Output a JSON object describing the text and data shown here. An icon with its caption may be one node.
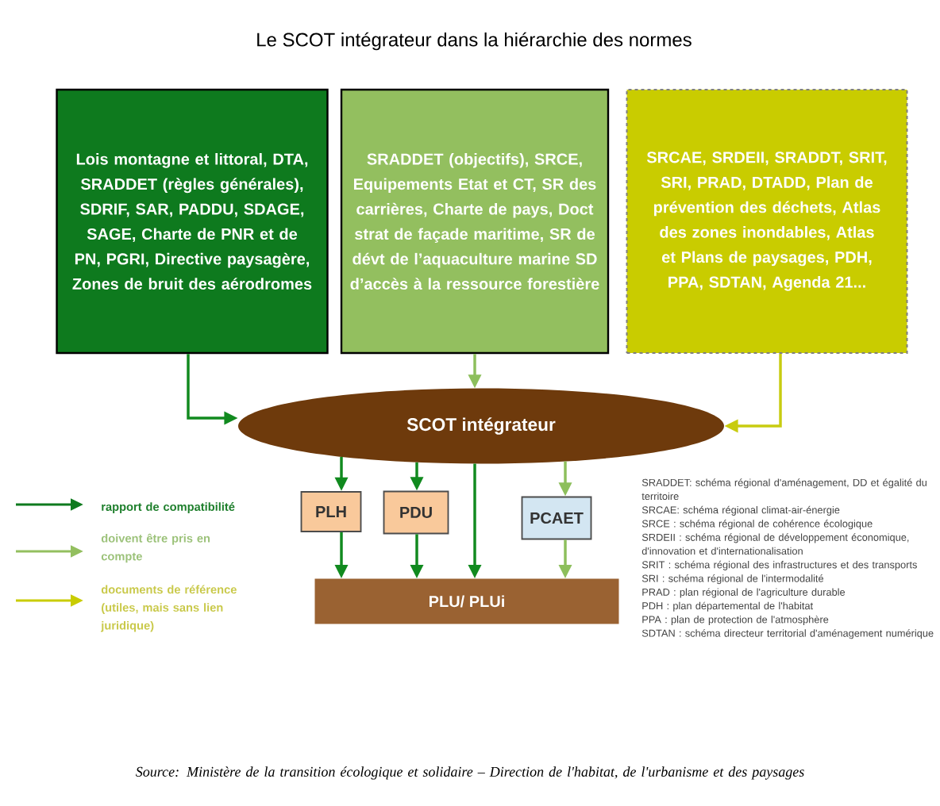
{
  "diagram": {
    "title": "Le SCOT intégrateur dans la hiérarchie des normes",
    "caption": "Source: Ministère de la transition écologique et solidaire – Direction de l'habitat, de l'urbanisme et des paysages",
    "nodes": [
      {
        "text": [
          "Lois montagne et littoral, DTA, SRADDET (règles générales), SDRIF, SAR, PADDU, SDAGE, SAGE, Charte de PNR et de PN, PGRI, Directive paysagère, Zones de bruit des aérodromes"
        ]
      },
      {
        "text": [
          "SRADDET (objectifs), SRCE, Equipements Etat et CT, SR des carrières, Charte de pays, Doct strat de façade maritime, SR de dévt de l’aquaculture marine SD d’accès à la ressource forestière"
        ]
      },
      {
        "text": [
          "SRCAE, SRDEII, SRADDT, SRIT, SRI, PRAD, DTADD, Plan de prévention des déchets, Atlas des zones inondables, Atlas et Plans de paysages, PDH,  PPA, SDTAN, Agenda 21..."
        ]
      },
      {
        "text": [
          "SCOT intégrateur"
        ]
      },
      {
        "text": [
          "PLH"
        ]
      },
      {
        "text": [
          "PDU"
        ]
      },
      {
        "text": [
          "PCAET"
        ]
      },
      {
        "text": [
          "PLU/ PLUi"
        ]
      }
    ],
    "edges": [
      {
        "from": 0,
        "to": 3,
        "arrow": "to"
      },
      {
        "from": 1,
        "to": 3,
        "arrow": "to",
        "color": "#8dbf5c"
      },
      {
        "from": 2,
        "to": 3,
        "arrow": "to",
        "color": "#c8cc10"
      },
      {
        "from": 3,
        "to": 4,
        "arrow": "to"
      },
      {
        "from": 3,
        "to": 5,
        "arrow": "to"
      },
      {
        "from": 3,
        "to": 7,
        "arrow": "to"
      },
      {
        "from": 3,
        "to": 6,
        "arrow": "to",
        "color": "#8dbf5c"
      },
      {
        "from": 4,
        "to": 7,
        "arrow": "to"
      },
      {
        "from": 5,
        "to": 7,
        "arrow": "to"
      },
      {
        "from": 6,
        "to": 7,
        "arrow": "to",
        "color": "#8dbf5c"
      }
    ],
    "labels": [
      "SRADDET: schéma régional d'aménagement, DD et égalité du territoire",
      "SRCAE: schéma régional climat-air-énergie",
      "SRCE : schéma régional de cohérence écologique",
      "SRDEII : schéma régional de développement économique, d'innovation et d'internationalisation",
      "SRIT : schéma régional des infrastructures et des transports",
      "SRI : schéma régional de l'intermodalité",
      "PRAD : plan régional de l'agriculture durable",
      "PDH : plan départemental de l'habitat",
      "PPA : plan de protection de l'atmosphère",
      "SDTAN : schéma directeur territorial d'aménagement numérique"
    ],
    "legend": [
      {
        "text": "rapport de compatibilité"
      },
      {
        "text": "doivent être pris en compte"
      },
      {
        "text": "documents de référence (utiles, mais sans lien juridique)"
      }
    ]
  }
}
